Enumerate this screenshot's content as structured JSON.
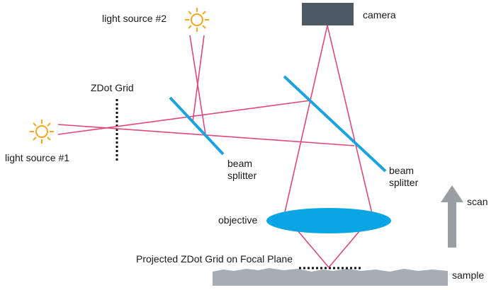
{
  "labels": {
    "light_source_2": "light source #2",
    "camera": "camera",
    "zdot_grid": "ZDot Grid",
    "light_source_1": "light source #1",
    "beam_splitter_left_line1": "beam",
    "beam_splitter_left_line2": "splitter",
    "beam_splitter_right_line1": "beam",
    "beam_splitter_right_line2": "splitter",
    "scan": "scan",
    "objective": "objective",
    "projected_grid": "Projected ZDot Grid on Focal Plane",
    "sample": "sample"
  },
  "colors": {
    "ray": "#e0487a",
    "beam_splitter": "#1aa3dc",
    "objective": "#0aa5e3",
    "camera": "#4d5a64",
    "sample": "#a7aeb3",
    "scan_arrow": "#9a9fa3",
    "sun": "#f6a81a",
    "grid_dots": "#111111"
  },
  "icons": {
    "light_source_icon": "sun-icon",
    "scan_arrow": "up-arrow-icon"
  }
}
